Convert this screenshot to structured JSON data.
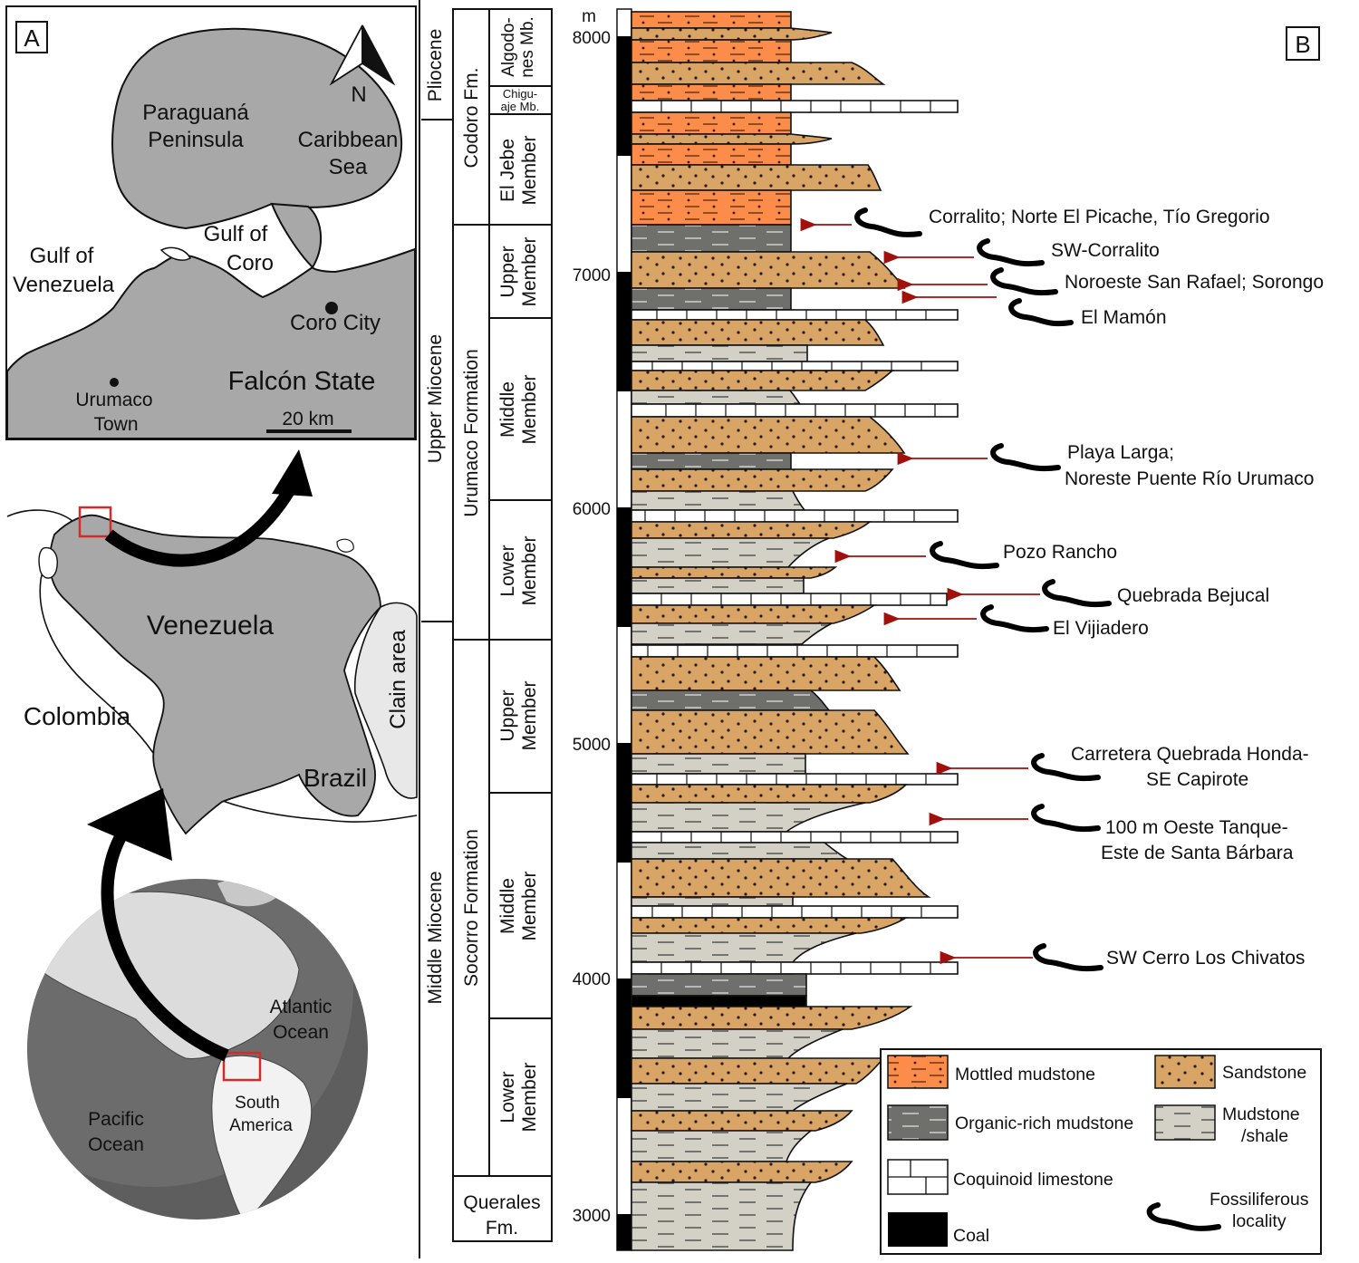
{
  "panel_labels": {
    "a": "A",
    "b": "B"
  },
  "inset_map": {
    "north": "N",
    "peninsula_line1": "Paraguaná",
    "peninsula_line2": "Peninsula",
    "sea_line1": "Caribbean",
    "sea_line2": "Sea",
    "gulf_coro_line1": "Gulf of",
    "gulf_coro_line2": "Coro",
    "gulf_ven_line1": "Gulf of",
    "gulf_ven_line2": "Venezuela",
    "coro_city": "Coro City",
    "urumaco_line1": "Urumaco",
    "urumaco_line2": "Town",
    "state": "Falcón State",
    "scale": "20 km"
  },
  "country_map": {
    "venezuela": "Venezuela",
    "colombia": "Colombia",
    "brazil": "Brazil",
    "claim": "Clain area"
  },
  "globe": {
    "atlantic_line1": "Atlantic",
    "atlantic_line2": "Ocean",
    "pacific_line1": "Pacific",
    "pacific_line2": "Ocean",
    "sa_line1": "South",
    "sa_line2": "America"
  },
  "stratigraphy": {
    "unit": "m",
    "ticks": [
      "8000",
      "7000",
      "6000",
      "5000",
      "4000",
      "3000"
    ],
    "epochs": {
      "pliocene": "Pliocene",
      "upper": "Upper Miocene",
      "middle": "Middle Miocene"
    },
    "formations": {
      "codoro": "Codoro Fm.",
      "urumaco": "Urumaco Formation",
      "socorro": "Socorro Formation",
      "querales_line1": "Querales",
      "querales_line2": "Fm."
    },
    "members": {
      "algodones_line1": "Algodo-",
      "algodones_line2": "nes Mb.",
      "chiguaje_line1": "Chigu-",
      "chiguaje_line2": "aje Mb.",
      "eljebe_line1": "El Jebe",
      "eljebe_line2": "Member",
      "upper_line1": "Upper",
      "middle_line1": "Middle",
      "lower_line1": "Lower",
      "member": "Member"
    }
  },
  "localities": [
    {
      "text": "Corralito; Norte El Picache, Tío Gregorio"
    },
    {
      "text": "SW-Corralito"
    },
    {
      "text": "Noroeste San Rafael; Sorongo"
    },
    {
      "text": "El Mamón"
    },
    {
      "line1": "Playa Larga;",
      "line2": "Noreste Puente Río Urumaco"
    },
    {
      "text": "Pozo Rancho"
    },
    {
      "text": "Quebrada Bejucal"
    },
    {
      "text": "El Vijiadero"
    },
    {
      "line1": "Carretera Quebrada Honda-",
      "line2": "SE Capirote"
    },
    {
      "line1": "100 m Oeste Tanque-",
      "line2": "Este de Santa Bárbara"
    },
    {
      "text": "SW Cerro Los Chivatos"
    }
  ],
  "legend": {
    "mottled": "Mottled mudstone",
    "sandstone": "Sandstone",
    "organic": "Organic-rich mudstone",
    "mudstone_line1": "Mudstone",
    "mudstone_line2": "/shale",
    "limestone": "Coquinoid limestone",
    "fossil_line1": "Fossiliferous",
    "fossil_line2": "locality",
    "coal": "Coal"
  },
  "colors": {
    "mottled": "#fb8c4a",
    "sandstone": "#d9a566",
    "organic": "#6f6f6c",
    "mudstone": "#d3d0c6",
    "coal": "#000000",
    "arrow": "#a0100c",
    "land_gray": "#a8a8a8"
  }
}
